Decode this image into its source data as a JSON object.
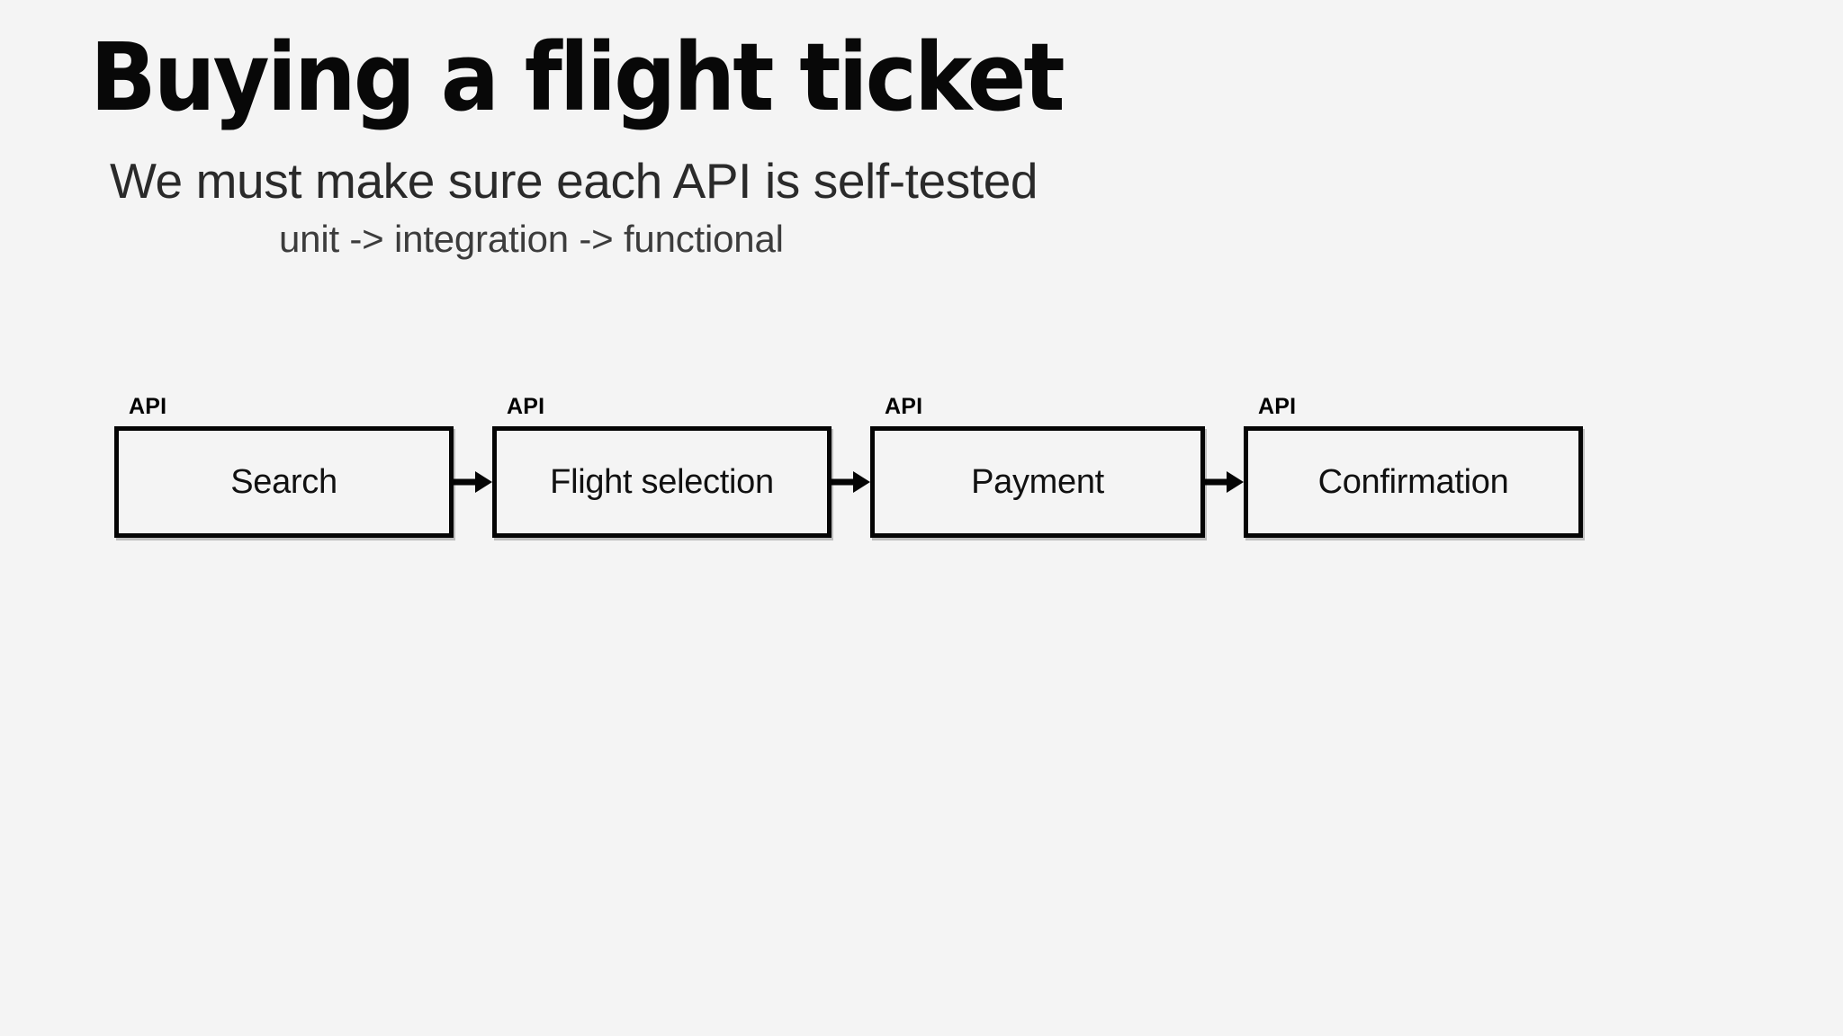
{
  "slide": {
    "background_color": "#F4F4F4",
    "title": "Buying a flight ticket",
    "subtitle": "We must make sure each API is self-tested",
    "subnote": "unit -> integration -> functional"
  },
  "diagram": {
    "type": "flowchart",
    "orientation": "left-to-right",
    "connector_icon": "arrow-right-icon",
    "stroke_color": "#050505",
    "text_color": "#111111",
    "stages": [
      {
        "tag": "API",
        "label": "Search"
      },
      {
        "tag": "API",
        "label": "Flight selection"
      },
      {
        "tag": "API",
        "label": "Payment"
      },
      {
        "tag": "API",
        "label": "Confirmation"
      }
    ]
  }
}
